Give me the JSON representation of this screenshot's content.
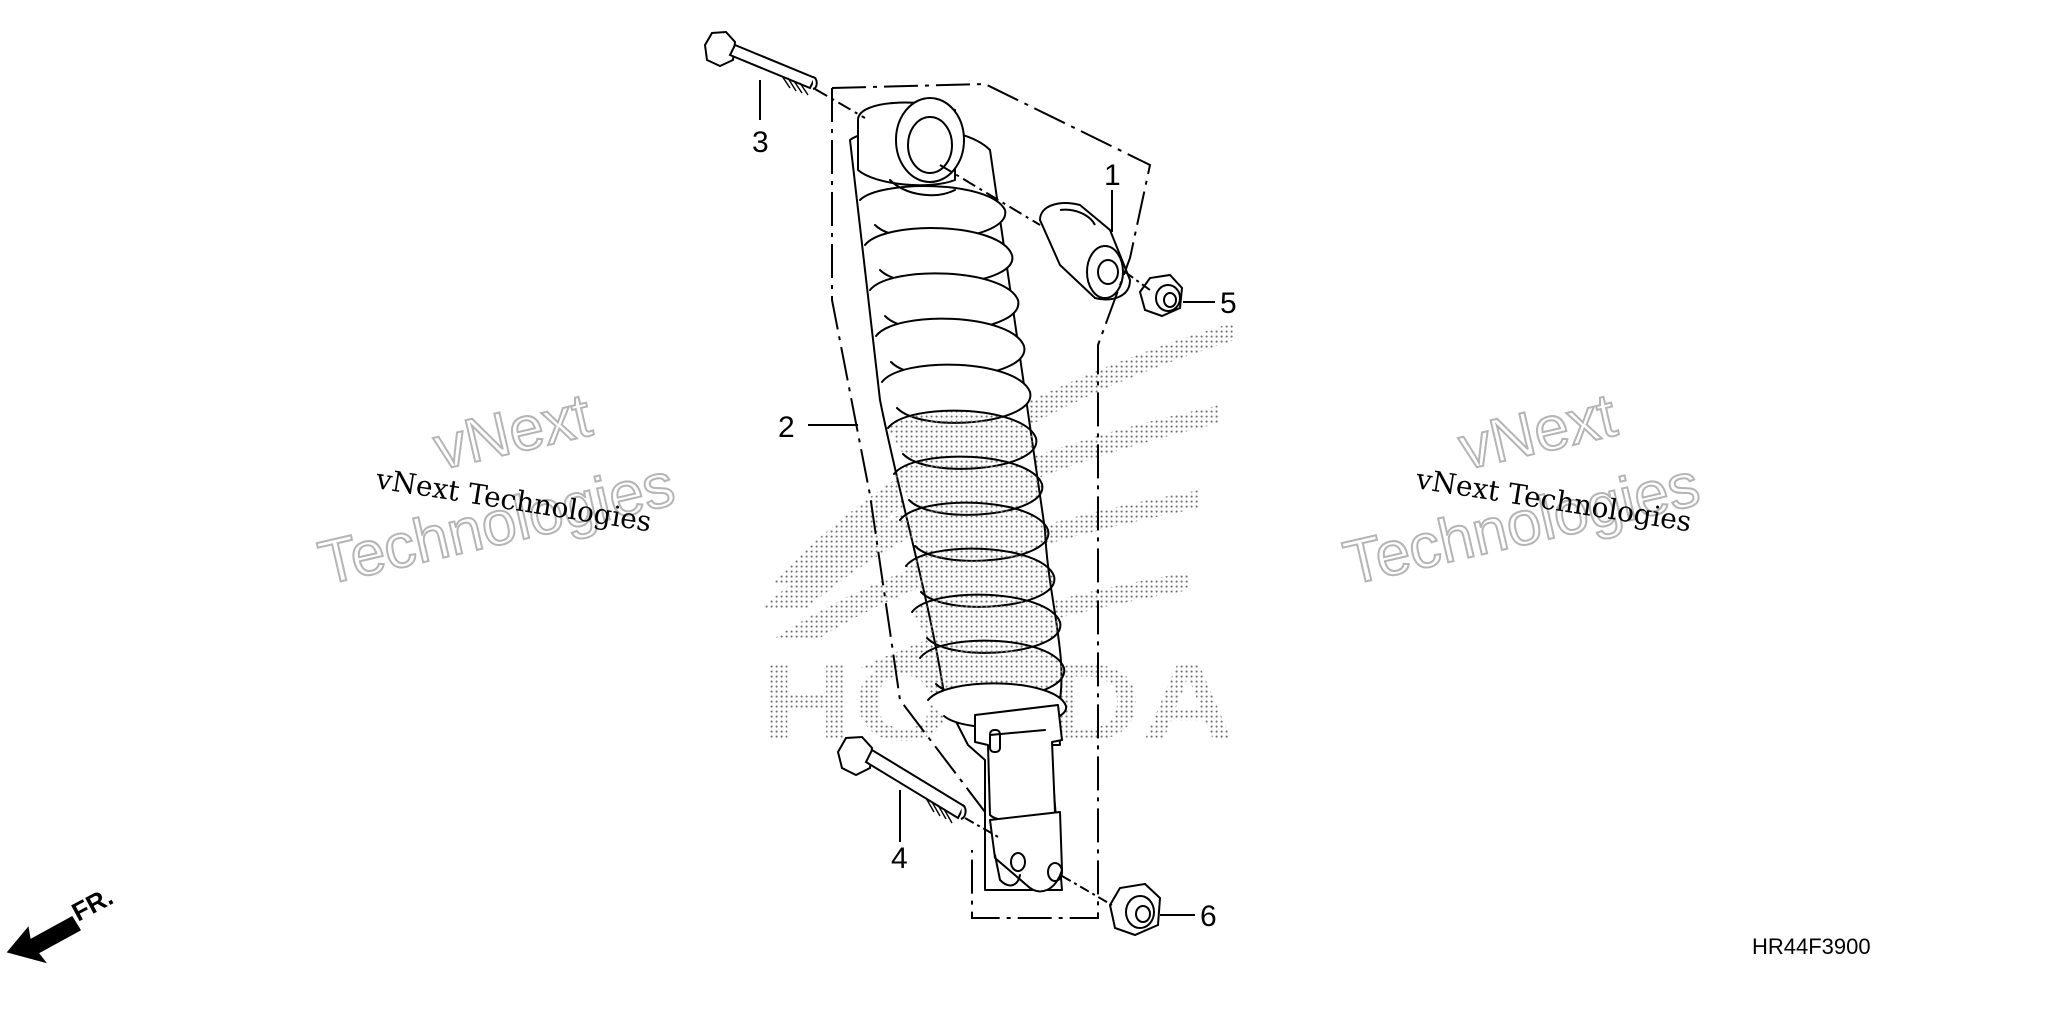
{
  "callouts": {
    "c1": "1",
    "c2": "2",
    "c3": "3",
    "c4": "4",
    "c5": "5",
    "c6": "6"
  },
  "diagram_code": "HR44F3900",
  "direction_marker": "FR.",
  "brand_mark": "HONDA",
  "watermarks": {
    "left_small": "vNext Technologies",
    "left_large_top": "vNext",
    "left_large_bottom": "Technologies",
    "right_small": "vNext Technologies",
    "right_large_top": "vNext",
    "right_large_bottom": "Technologies"
  },
  "colors": {
    "line": "#000000",
    "watermark_outline": "#b5b5b5",
    "dot_shading": "#6f6f6f"
  }
}
